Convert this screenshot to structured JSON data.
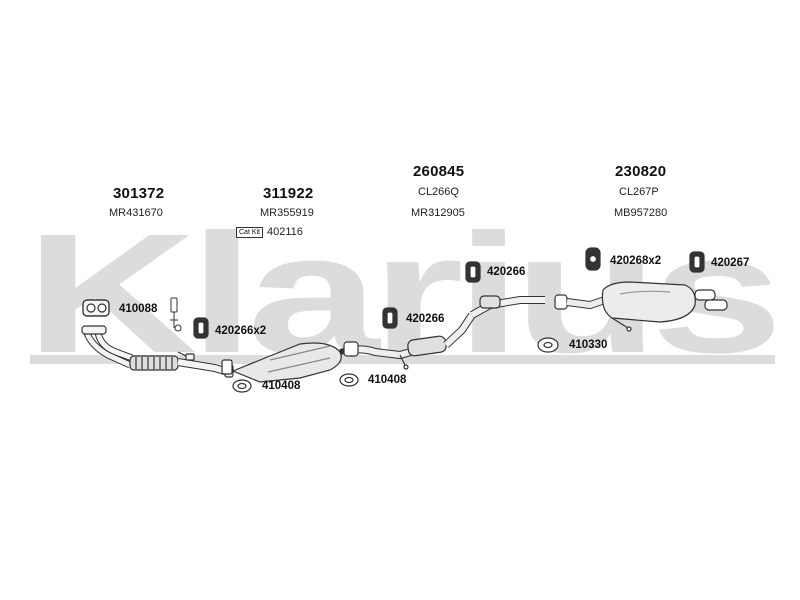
{
  "watermark": {
    "text": "Klarius",
    "color": "#d9d9d9"
  },
  "colors": {
    "line": "#333333",
    "part_fill": "#f2f2f2",
    "part_shade": "#bdbdbd"
  },
  "groups": [
    {
      "id": "g1",
      "code": "301372",
      "ref": "MR431670"
    },
    {
      "id": "g2",
      "code": "311922",
      "ref": "MR355919"
    },
    {
      "id": "g3",
      "code": "260845",
      "ref2": "CL266Q",
      "ref": "MR312905"
    },
    {
      "id": "g4",
      "code": "230820",
      "ref2": "CL267P",
      "ref": "MB957280"
    }
  ],
  "cat_kit": {
    "badge": "Cat Kit",
    "part": "402116"
  },
  "parts": {
    "p410088": "410088",
    "p420266x2": "420266x2",
    "p410408a": "410408",
    "p410408b": "410408",
    "p420266a": "420266",
    "p420266b": "420266",
    "p420268x2": "420268x2",
    "p420267": "420267",
    "p410330": "410330"
  }
}
